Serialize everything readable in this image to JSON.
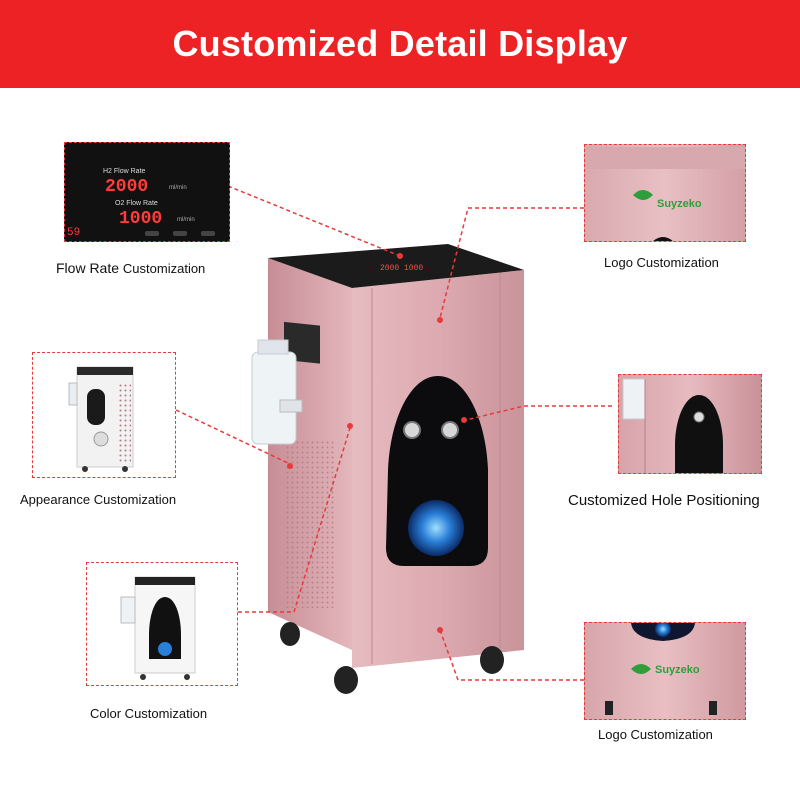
{
  "header": {
    "title": "Customized Detail Display"
  },
  "captions": {
    "flow_rate": "Flow Rate Customization",
    "flow_rate_word1": "Flow Rate",
    "flow_rate_word2": "Customization",
    "logo_top": "Logo Customization",
    "appearance": "Appearance Customization",
    "hole": "Customized Hole Positioning",
    "color": "Color Customization",
    "logo_bottom": "Logo Customization"
  },
  "display_panel": {
    "h2_label": "H2 Flow Rate",
    "h2_value": "2000",
    "o2_label": "O2 Flow Rate",
    "o2_value": "1000",
    "unit": "ml/min",
    "hours_value": "59"
  },
  "brand": {
    "logo_text": "Suyzeko"
  },
  "colors": {
    "banner": "#ec2224",
    "dashed": "#e83a3a",
    "machine_pink": "#dcaab0",
    "logo_green": "#2f9e3a"
  }
}
